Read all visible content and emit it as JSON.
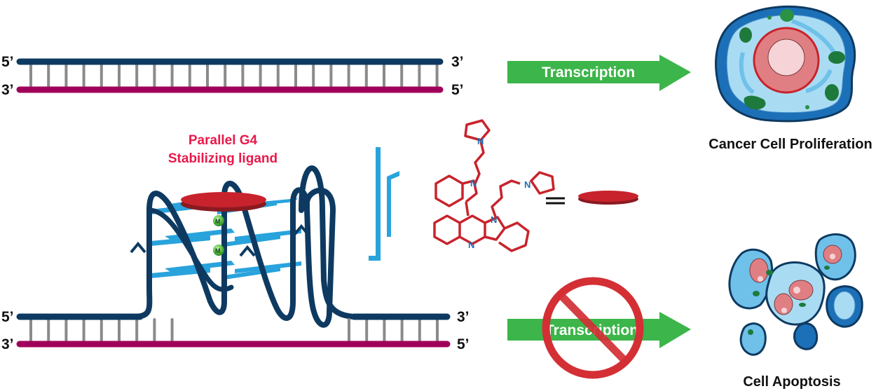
{
  "top_duplex": {
    "top_strand_left": "5’",
    "top_strand_right": "3’",
    "bottom_strand_left": "3’",
    "bottom_strand_right": "5’",
    "base_pair_count": 24
  },
  "bottom_duplex": {
    "top_strand_left": "5’",
    "top_strand_right": "3’",
    "bottom_strand_left": "3’",
    "bottom_strand_right": "5’",
    "left_base_pair_count": 9,
    "right_base_pair_count": 6
  },
  "ligand_label": {
    "line1": "Parallel G4",
    "line2": "Stabilizing ligand"
  },
  "g4": {
    "cation_label": "M+",
    "cation_label_display": "M",
    "cation_count": 2,
    "tetrad_layers": 3
  },
  "chemical_structure": {
    "atoms": [
      "N",
      "N",
      "N",
      "N",
      "N"
    ],
    "equals_sign": "=",
    "equivalent_symbol": "ligand-disc"
  },
  "arrows": {
    "top": {
      "label": "Transcription",
      "blocked": false
    },
    "bottom": {
      "label": "Transcription",
      "blocked": true
    }
  },
  "outcomes": {
    "top": "Cancer Cell Proliferation",
    "bottom": "Cell Apoptosis"
  },
  "colors": {
    "top_strand": "#0e3a61",
    "bottom_strand": "#a0005a",
    "base_pair": "#8a8a8a",
    "arrow_green": "#3cb54a",
    "ligand_red": "#c8232c",
    "tetrad_blue": "#29a3dc",
    "label_red": "#e8194a",
    "prohibit_red": "#d32f35",
    "equilibrium_blue": "#29a3dc"
  }
}
